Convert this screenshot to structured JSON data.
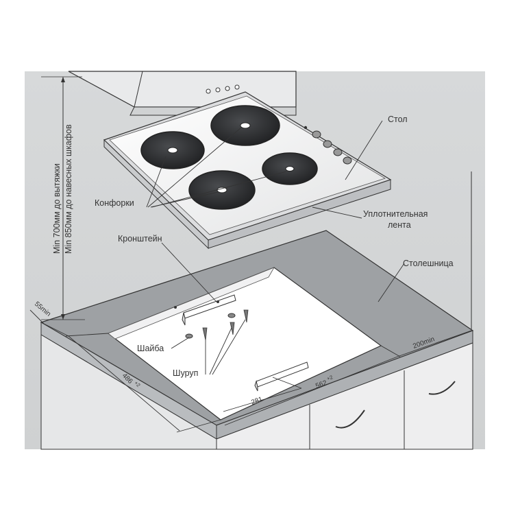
{
  "labels": {
    "table": "Стол",
    "burners": "Конфорки",
    "seal_tape_line1": "Уплотнительная",
    "seal_tape_line2": "лента",
    "bracket": "Кронштейн",
    "countertop": "Столешница",
    "washer": "Шайба",
    "screw": "Шуруп",
    "hood_clearance": "Min 700мм до вытяжки",
    "cabinet_clearance": "Min 850мм до навесных шкафов"
  },
  "dimensions": {
    "front_offset": "55min",
    "depth": "486",
    "depth_tol": "+2",
    "width": "562",
    "width_tol": "+2",
    "half_width": "281",
    "rear_offset": "200min"
  },
  "colors": {
    "background": "#ffffff",
    "wall": "#d3d5d6",
    "countertop": "#9ea1a4",
    "countertop_edge": "#b9bcbf",
    "hob": "#f4f4f4",
    "burner": "#2f3032",
    "line": "#333333"
  }
}
